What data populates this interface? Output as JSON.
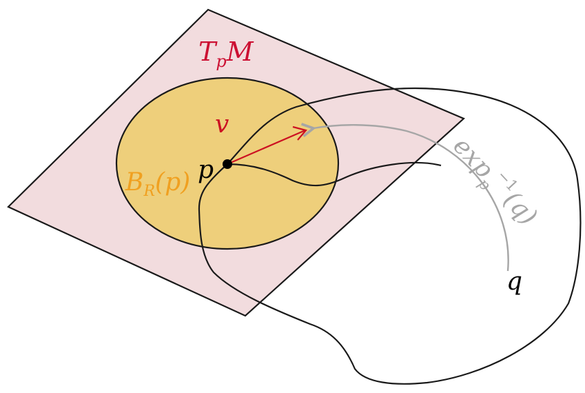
{
  "colors": {
    "tangent_plane_fill": "#f2dcde",
    "ball_fill": "#eecf7b",
    "vector_color": "#cc1122",
    "inverse_map_arrow": "#a6a6a6",
    "outline": "#1a1a1a",
    "ball_label_color": "#f0a020",
    "plane_label_color": "#cc1133"
  },
  "labels": {
    "tangent_space": {
      "main": "T",
      "sub": "p",
      "tail": "M"
    },
    "vector": "v",
    "point_p": "p",
    "point_q": "q",
    "ball": {
      "main": "B",
      "sub": "R",
      "tail": "(p)"
    },
    "inverse_exp": {
      "main": "exp",
      "sub": "p",
      "sup": "−1",
      "tail": "(q)"
    }
  }
}
